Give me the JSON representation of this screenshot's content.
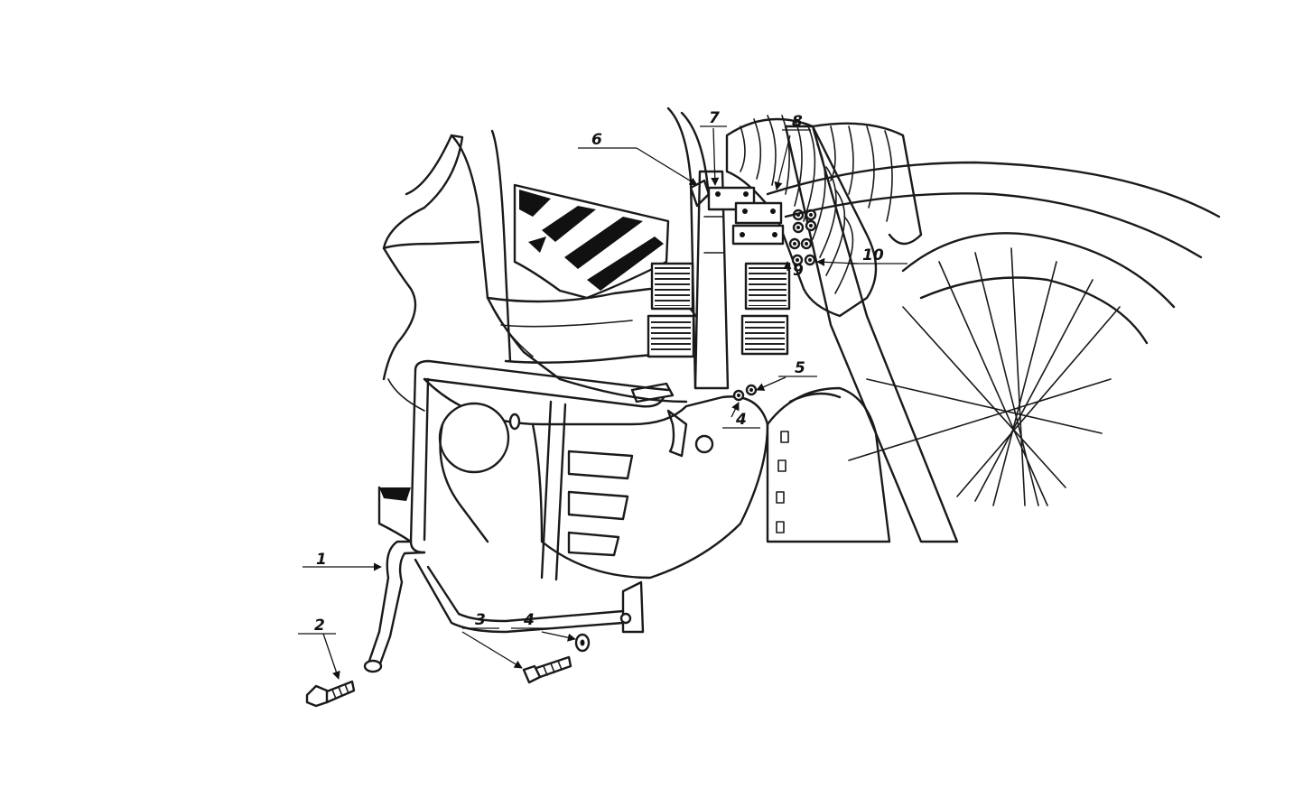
{
  "callouts": [
    {
      "id": "c1",
      "text": "1"
    },
    {
      "id": "c2",
      "text": "2"
    },
    {
      "id": "c3",
      "text": "3"
    },
    {
      "id": "c4a",
      "text": "4"
    },
    {
      "id": "c4b",
      "text": "4"
    },
    {
      "id": "c5",
      "text": "5"
    },
    {
      "id": "c6",
      "text": "6"
    },
    {
      "id": "c7",
      "text": "7"
    },
    {
      "id": "c8",
      "text": "8"
    },
    {
      "id": "c9",
      "text": "9"
    },
    {
      "id": "c10",
      "text": "10"
    }
  ]
}
